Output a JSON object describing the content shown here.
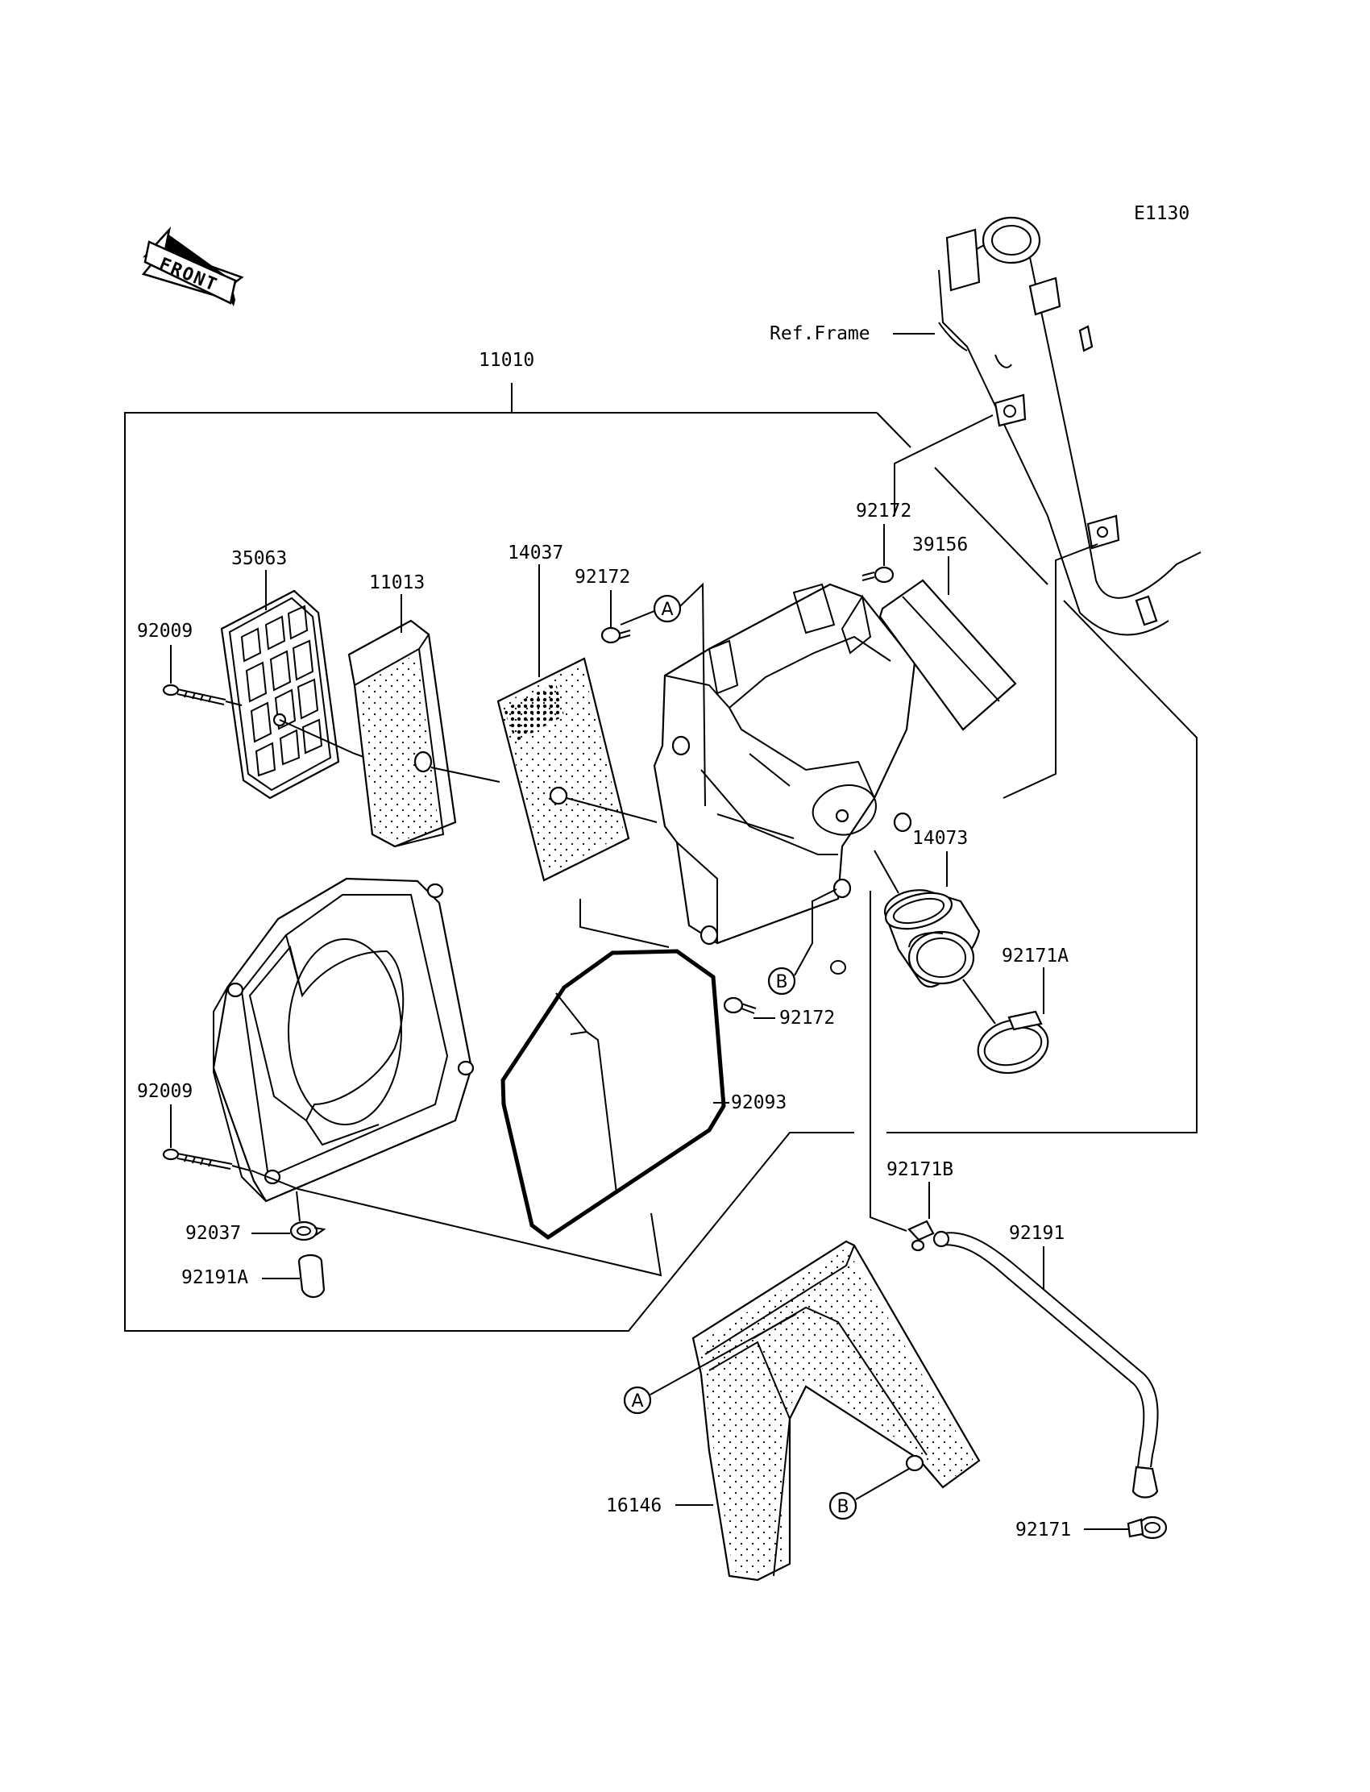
{
  "diagram_code": "E1130",
  "front_badge": "FRONT",
  "labels": {
    "ref_frame": "Ref.Frame",
    "assembly_11010": "11010",
    "p35063": "35063",
    "p11013": "11013",
    "p14037": "14037",
    "p92172_a": "92172",
    "p92172_b": "92172",
    "p92172_c": "92172",
    "p39156": "39156",
    "p92009_a": "92009",
    "p92009_b": "92009",
    "p14073": "14073",
    "p92171A": "92171A",
    "p92093": "92093",
    "p92171B": "92171B",
    "p92191": "92191",
    "p92037": "92037",
    "p92191A": "92191A",
    "p16146": "16146",
    "p92171": "92171"
  },
  "callouts": {
    "a_top": "A",
    "b_top": "B",
    "a_bottom": "A",
    "b_bottom": "B"
  }
}
